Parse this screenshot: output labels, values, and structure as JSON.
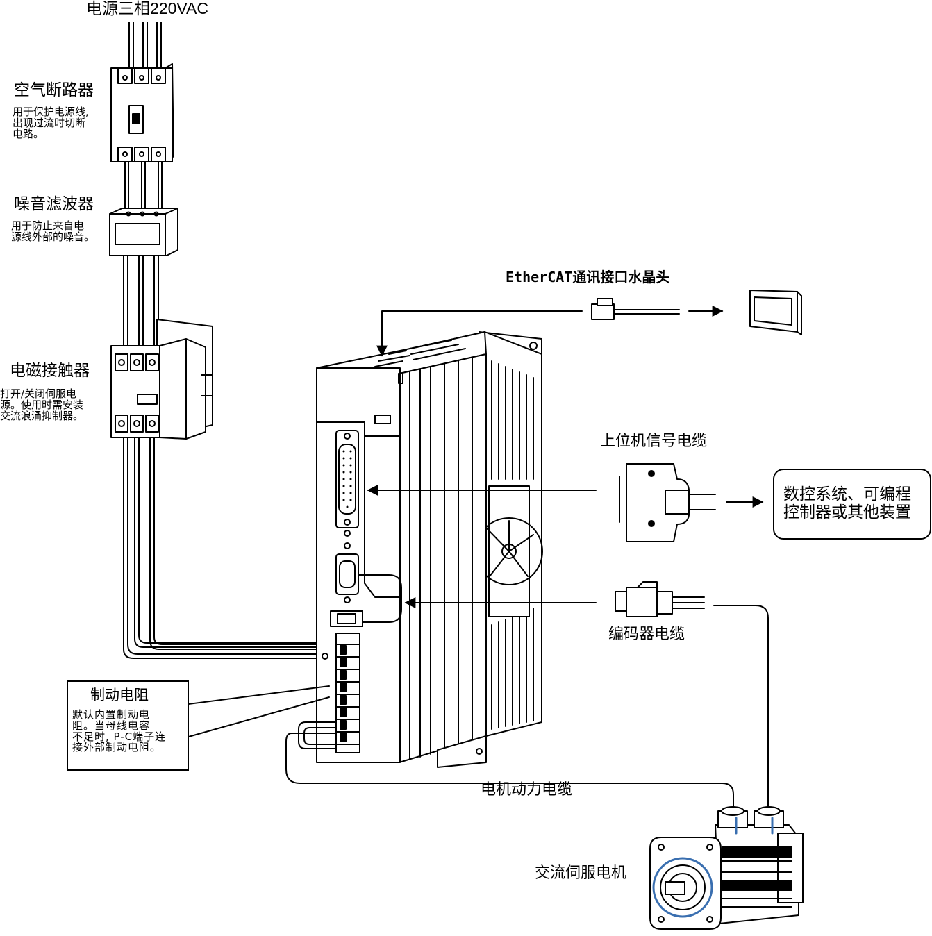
{
  "power_source": "电源三相220VAC",
  "breaker": {
    "title": "空气断路器",
    "desc": "用于保护电源线,\n出现过流时切断\n电路。"
  },
  "noise_filter": {
    "title": "噪音滤波器",
    "desc": "用于防止来自电\n源线外部的噪音。"
  },
  "contactor": {
    "title": "电磁接触器",
    "desc": "打开/关闭伺服电\n源。使用时需安装\n交流浪涌抑制器。"
  },
  "ethercat": {
    "label": "EtherCAT通讯接口水晶头"
  },
  "host_cable": {
    "label": "上位机信号电缆"
  },
  "controller_box": {
    "line1": "数控系统、可编程",
    "line2": "控制器或其他装置"
  },
  "encoder_cable": {
    "label": "编码器电缆"
  },
  "brake_resistor": {
    "title": "制动电阻",
    "desc": "默认内置制动电\n阻。当母线电容\n不足时, P-C端子连\n接外部制动电阻。"
  },
  "motor_power_cable": {
    "label": "电机动力电缆"
  },
  "servo_motor": {
    "label": "交流伺服电机"
  }
}
